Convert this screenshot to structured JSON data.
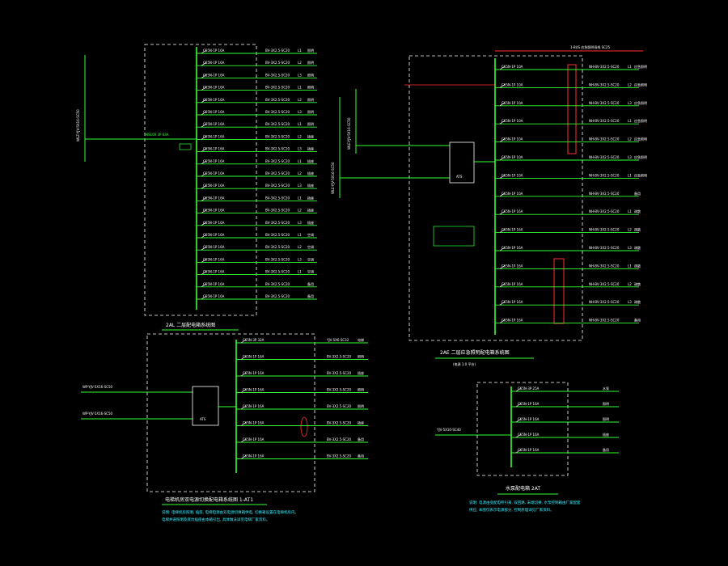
{
  "colors": {
    "background": "#000000",
    "busbar": "#35ff35",
    "frame": "#ffffff",
    "text": "#ffffff",
    "note": "#3cf0ff",
    "highlight": "#ff3030"
  },
  "panels": {
    "p2al": {
      "title": "2AL  二层配电箱系统图",
      "incoming_cable": "WLZ-YJV-5X16-SC50",
      "breaker_model": "NS100 3P 63A",
      "circuits": [
        {
          "breaker": "C65N-1P 16A",
          "cable": "BV-3X2.5-SC20",
          "phase": "L1",
          "load": "照明"
        },
        {
          "breaker": "C65N-1P 16A",
          "cable": "BV-3X2.5-SC20",
          "phase": "L2",
          "load": "照明"
        },
        {
          "breaker": "C65N-1P 16A",
          "cable": "BV-3X2.5-SC20",
          "phase": "L3",
          "load": "照明"
        },
        {
          "breaker": "C65N-1P 16A",
          "cable": "BV-3X2.5-SC20",
          "phase": "L1",
          "load": "照明"
        },
        {
          "breaker": "C65N-1P 16A",
          "cable": "BV-3X2.5-SC20",
          "phase": "L2",
          "load": "照明"
        },
        {
          "breaker": "C65N-1P 16A",
          "cable": "BV-3X2.5-SC20",
          "phase": "L3",
          "load": "照明"
        },
        {
          "breaker": "C65N-1P 16A",
          "cable": "BV-3X2.5-SC20",
          "phase": "L1",
          "load": "照明"
        },
        {
          "breaker": "C65N-1P 16A",
          "cable": "BV-3X2.5-SC20",
          "phase": "L2",
          "load": "插座"
        },
        {
          "breaker": "C65N-1P 16A",
          "cable": "BV-3X2.5-SC20",
          "phase": "L3",
          "load": "插座"
        },
        {
          "breaker": "C65N-1P 16A",
          "cable": "BV-3X2.5-SC20",
          "phase": "L1",
          "load": "插座"
        },
        {
          "breaker": "C65N-1P 16A",
          "cable": "BV-3X2.5-SC20",
          "phase": "L2",
          "load": "插座"
        },
        {
          "breaker": "C65N-1P 16A",
          "cable": "BV-3X2.5-SC20",
          "phase": "L3",
          "load": "插座"
        },
        {
          "breaker": "C65N-1P 16A",
          "cable": "BV-3X2.5-SC20",
          "phase": "L1",
          "load": "插座"
        },
        {
          "breaker": "C65N-1P 16A",
          "cable": "BV-3X2.5-SC20",
          "phase": "L2",
          "load": "插座"
        },
        {
          "breaker": "C65N-1P 16A",
          "cable": "BV-3X2.5-SC20",
          "phase": "L3",
          "load": "插座"
        },
        {
          "breaker": "C65N-1P 16A",
          "cable": "BV-3X2.5-SC20",
          "phase": "L1",
          "load": "空调"
        },
        {
          "breaker": "C65N-1P 16A",
          "cable": "BV-3X2.5-SC20",
          "phase": "L2",
          "load": "空调"
        },
        {
          "breaker": "C65N-1P 16A",
          "cable": "BV-3X2.5-SC20",
          "phase": "L3",
          "load": "空调"
        },
        {
          "breaker": "C65N-1P 16A",
          "cable": "BV-3X2.5-SC20",
          "phase": "L1",
          "load": "空调"
        },
        {
          "breaker": "C65N-1P 16A",
          "cable": "BV-3X2.5-SC20",
          "phase": "",
          "load": "备用"
        },
        {
          "breaker": "C65N-1P 16A",
          "cable": "BV-3X2.5-SC20",
          "phase": "",
          "load": "备用"
        }
      ]
    },
    "p2ae": {
      "title": "2AE  二层应急照明配电箱系统图",
      "subtitle": "(电源  1.0  平台)",
      "bus_label": "1-BUS  应急照明母线  SC25",
      "incoming_cable_1": "WLE-YJV-5X16-SC50",
      "incoming_cable_2": "WLE-YJV-5X16-SC50",
      "ats_label": "ATS",
      "circuits": [
        {
          "breaker": "C65N-1P 10A",
          "cable": "NH-BV-3X2.5-SC20",
          "phase": "L1",
          "load": "应急照明"
        },
        {
          "breaker": "C65N-1P 10A",
          "cable": "NH-BV-3X2.5-SC20",
          "phase": "L2",
          "load": "应急照明"
        },
        {
          "breaker": "C65N-1P 10A",
          "cable": "NH-BV-3X2.5-SC20",
          "phase": "L3",
          "load": "应急照明"
        },
        {
          "breaker": "C65N-1P 10A",
          "cable": "NH-BV-3X2.5-SC20",
          "phase": "L1",
          "load": "应急照明"
        },
        {
          "breaker": "C65N-1P 10A",
          "cable": "NH-BV-3X2.5-SC20",
          "phase": "L2",
          "load": "应急照明"
        },
        {
          "breaker": "C65N-1P 10A",
          "cable": "NH-BV-3X2.5-SC20",
          "phase": "L3",
          "load": "应急照明"
        },
        {
          "breaker": "C65N-1P 10A",
          "cable": "NH-BV-3X2.5-SC20",
          "phase": "L1",
          "load": "应急照明"
        },
        {
          "breaker": "C65N-1P 10A",
          "cable": "NH-BV-3X2.5-SC20",
          "phase": "",
          "load": "备用"
        },
        {
          "breaker": "C65N-1P 16A",
          "cable": "NH-BV-3X2.5-SC20",
          "phase": "L1",
          "load": "疏散"
        },
        {
          "breaker": "C65N-1P 16A",
          "cable": "NH-BV-3X2.5-SC20",
          "phase": "L2",
          "load": "疏散"
        },
        {
          "breaker": "C65N-1P 16A",
          "cable": "NH-BV-3X2.5-SC20",
          "phase": "L3",
          "load": "疏散"
        },
        {
          "breaker": "C65N-1P 16A",
          "cable": "NH-BV-3X2.5-SC20",
          "phase": "L1",
          "load": "疏散"
        },
        {
          "breaker": "C65N-1P 16A",
          "cable": "NH-BV-3X2.5-SC20",
          "phase": "L2",
          "load": "疏散"
        },
        {
          "breaker": "C65N-1P 16A",
          "cable": "NH-BV-3X2.5-SC20",
          "phase": "L3",
          "load": "疏散"
        },
        {
          "breaker": "C65N-1P 16A",
          "cable": "NH-BV-3X2.5-SC20",
          "phase": "",
          "load": "备用"
        }
      ]
    },
    "p1at": {
      "title": "电梯机房双电源切换配电箱系统图  1-AT1",
      "incoming_cable_1": "WP-YJV-5X16-SC50",
      "incoming_cable_2": "WP-YJV-5X16-SC50",
      "ats_label": "ATS",
      "circuits": [
        {
          "breaker": "C65N-3P 32A",
          "cable": "YJV-5X6-SC32",
          "load": "电梯"
        },
        {
          "breaker": "C65N-1P 16A",
          "cable": "BV-3X2.5-SC20",
          "load": "照明"
        },
        {
          "breaker": "C65N-1P 16A",
          "cable": "BV-3X2.5-SC20",
          "load": "插座"
        },
        {
          "breaker": "C65N-1P 16A",
          "cable": "BV-3X2.5-SC20",
          "load": "照明"
        },
        {
          "breaker": "C65N-1P 16A",
          "cable": "BV-3X2.5-SC20",
          "load": "照明"
        },
        {
          "breaker": "C65N-1P 16A",
          "cable": "BV-3X2.5-SC20",
          "load": "插座"
        },
        {
          "breaker": "C65N-1P 16A",
          "cable": "BV-3X2.5-SC20",
          "load": "备用"
        },
        {
          "breaker": "C65N-1P 16A",
          "cable": "BV-3X2.5-SC20",
          "load": "备用"
        }
      ],
      "note_line1": "说明: 电梯机房照明, 插座, 电梯电源由双电源切换箱供电, 切换箱设置在电梯机房内。",
      "note_line2": "  电梯井道照明及底坑插座由本箱引出, 具体做法详见电梯厂家资料。"
    },
    "p2at": {
      "title": "水泵配电箱  2AT",
      "incoming_cable": "YJV-5X10-SC40",
      "circuits": [
        {
          "breaker": "C65N-3P 25A",
          "load": "水泵"
        },
        {
          "breaker": "C65N-1P 16A",
          "load": "照明"
        },
        {
          "breaker": "C65N-1P 16A",
          "load": "照明"
        },
        {
          "breaker": "C65N-1P 16A",
          "load": "插座"
        },
        {
          "breaker": "C65N-1P 16A",
          "load": "备用"
        }
      ],
      "note_line1": "说明: 电源由变配电所引来, 双回路, 末端切换, 水泵控制箱由厂家配套",
      "note_line2": "  供应, 本图仅表示电源部分, 控制原理详见厂家资料。"
    }
  }
}
